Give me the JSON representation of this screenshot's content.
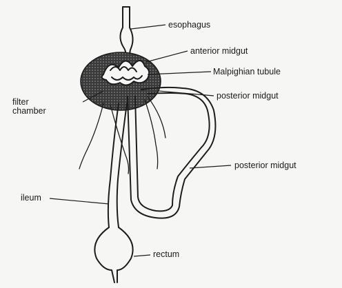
{
  "labels": {
    "esophagus": "esophagus",
    "anterior_midgut": "anterior midgut",
    "malpighian_tubule": "Malpighian tubule",
    "posterior_midgut_1": "posterior midgut",
    "filter_chamber_line1": "filter",
    "filter_chamber_line2": "chamber",
    "posterior_midgut_2": "posterior midgut",
    "ileum": "ileum",
    "rectum": "rectum"
  },
  "colors": {
    "line": "#1c1c1c",
    "filter_chamber_fill": "#4a4a4a",
    "background": "#f6f6f4"
  }
}
